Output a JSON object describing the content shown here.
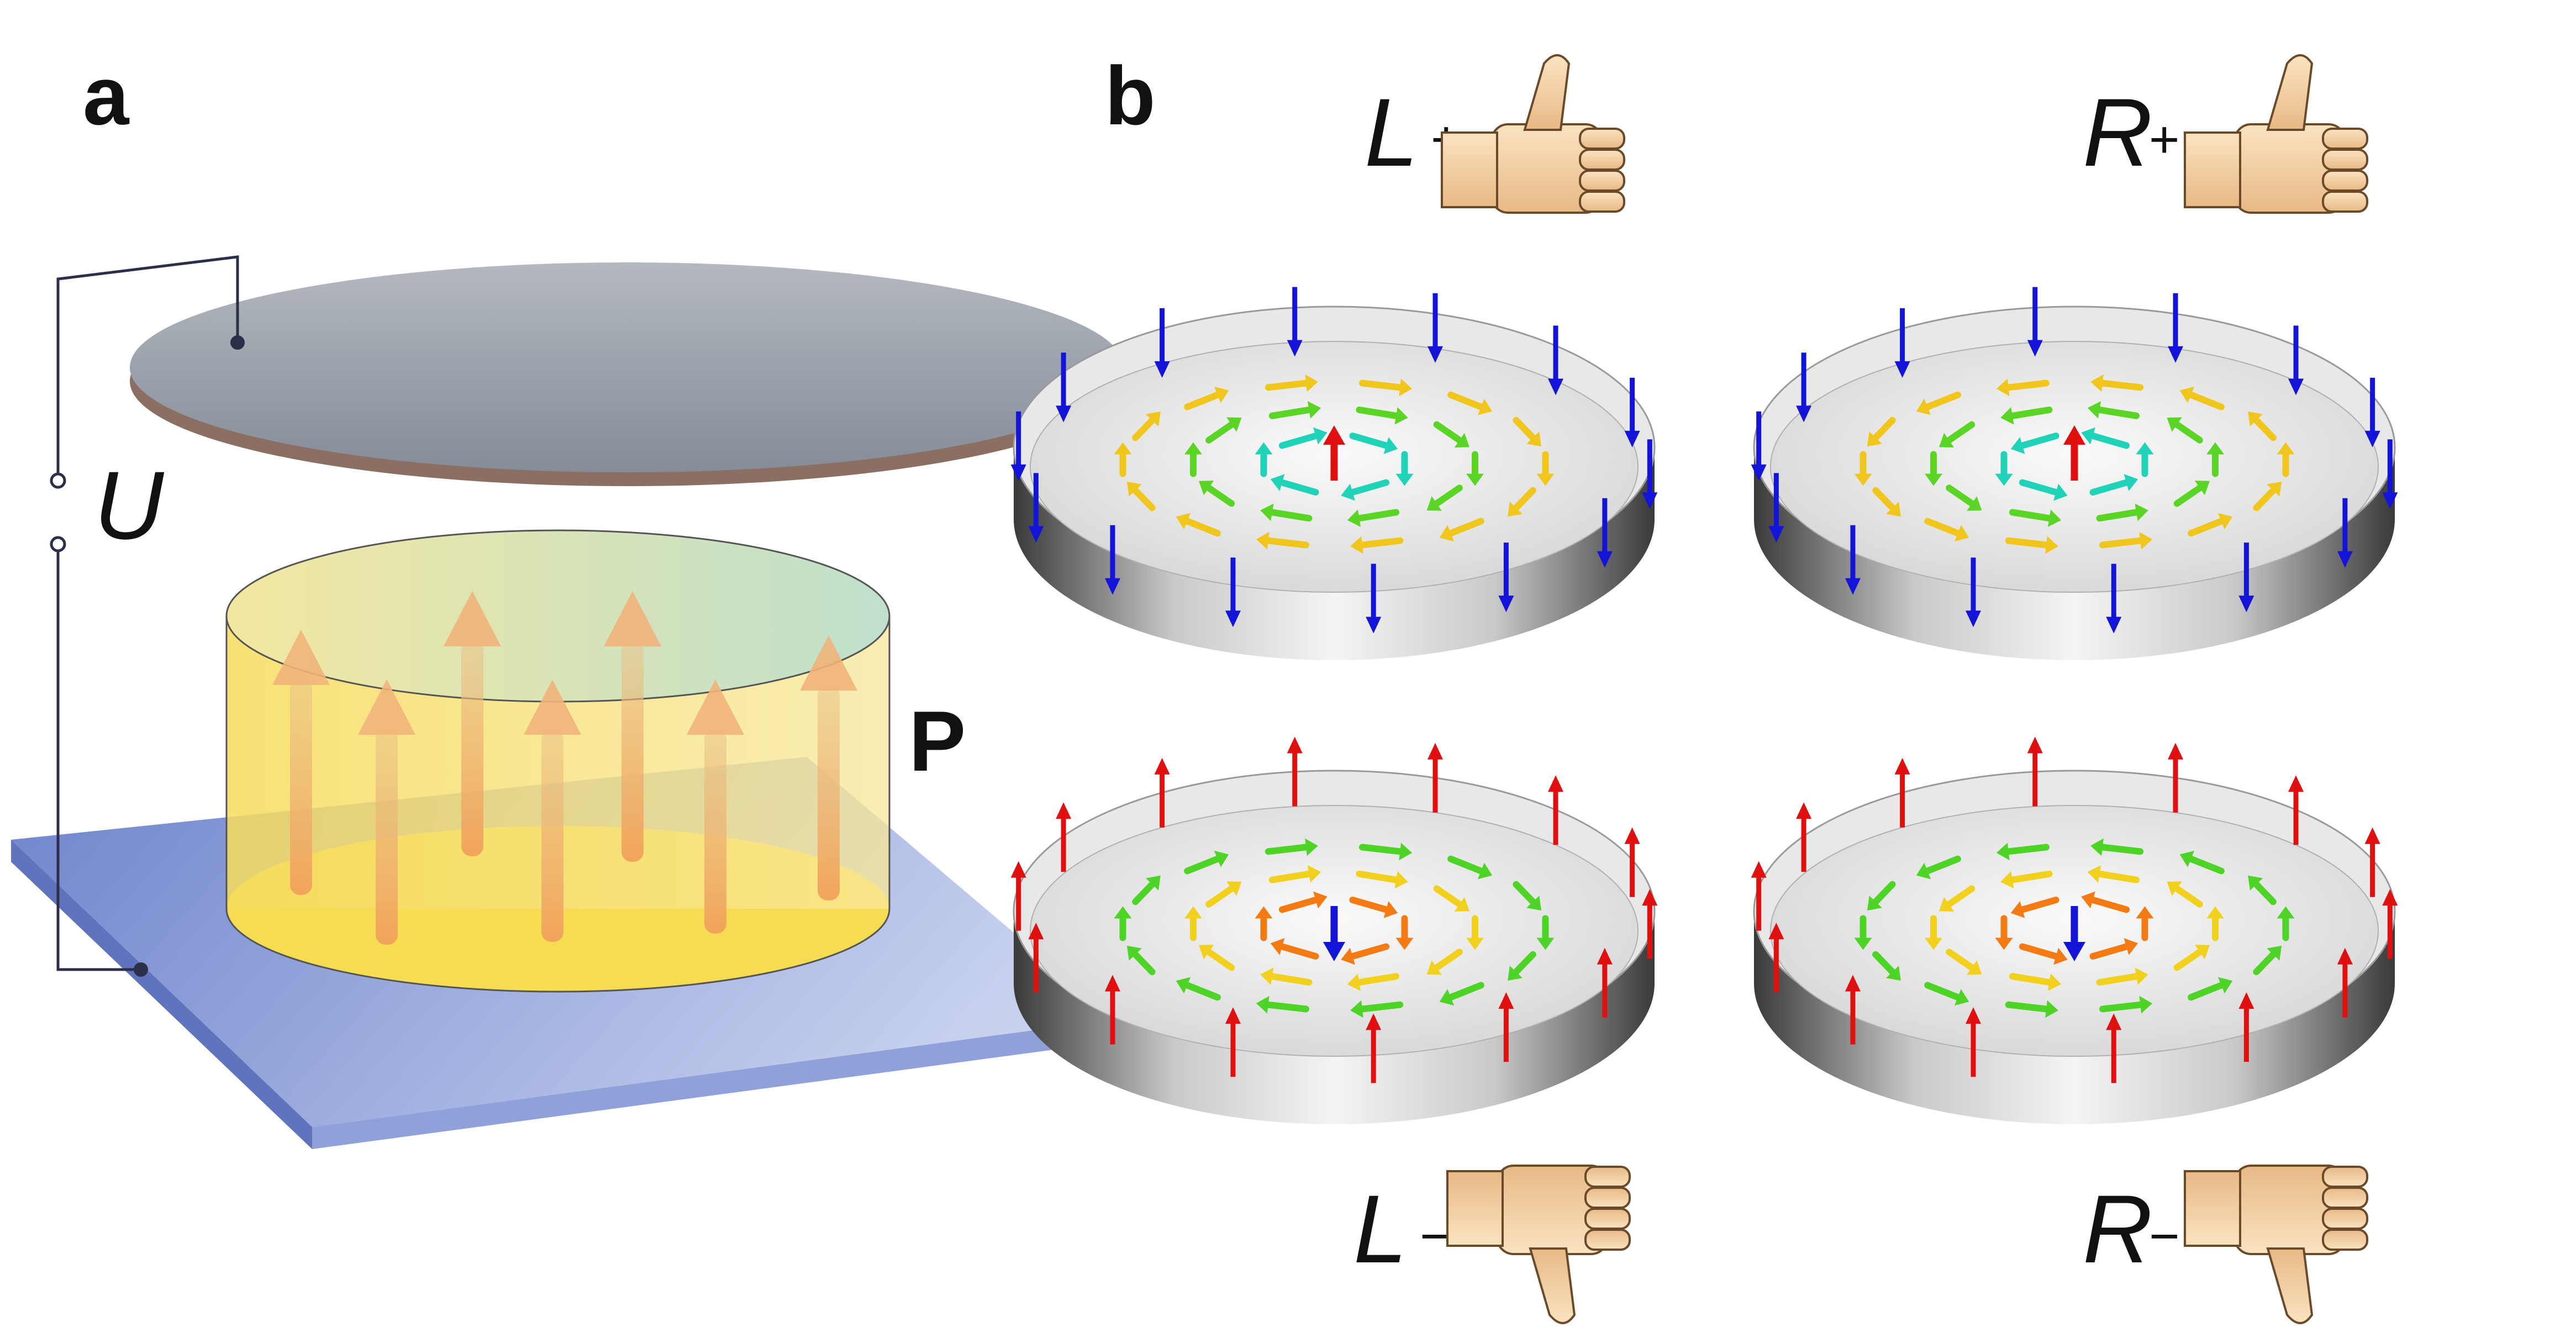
{
  "panel_a": {
    "letter": "a",
    "voltage_label": "U",
    "polarization_label": "P"
  },
  "panel_b": {
    "letter": "b",
    "states": [
      {
        "symbol": "L",
        "subscript": "+",
        "hand": "thumb-up",
        "arrow_sense": "inward-down",
        "handedness": "left"
      },
      {
        "symbol": "R",
        "subscript": "+",
        "hand": "thumb-up",
        "arrow_sense": "inward-down",
        "handedness": "right"
      },
      {
        "symbol": "L",
        "subscript": "−",
        "hand": "thumb-down",
        "arrow_sense": "outward-up",
        "handedness": "left"
      },
      {
        "symbol": "R",
        "subscript": "−",
        "hand": "thumb-down",
        "arrow_sense": "outward-up",
        "handedness": "right"
      }
    ]
  },
  "colors": {
    "top_electrode": "#9aa1aa",
    "top_electrode_edge": "#8a6f62",
    "bottom_electrode": "#7f93d2",
    "ferroelectric": "#f7df6a",
    "pol_arrow": "#f2a15a",
    "wire": "#2b2f4a",
    "rim_up_arrow": "#e01010",
    "rim_down_arrow": "#1414d8"
  }
}
